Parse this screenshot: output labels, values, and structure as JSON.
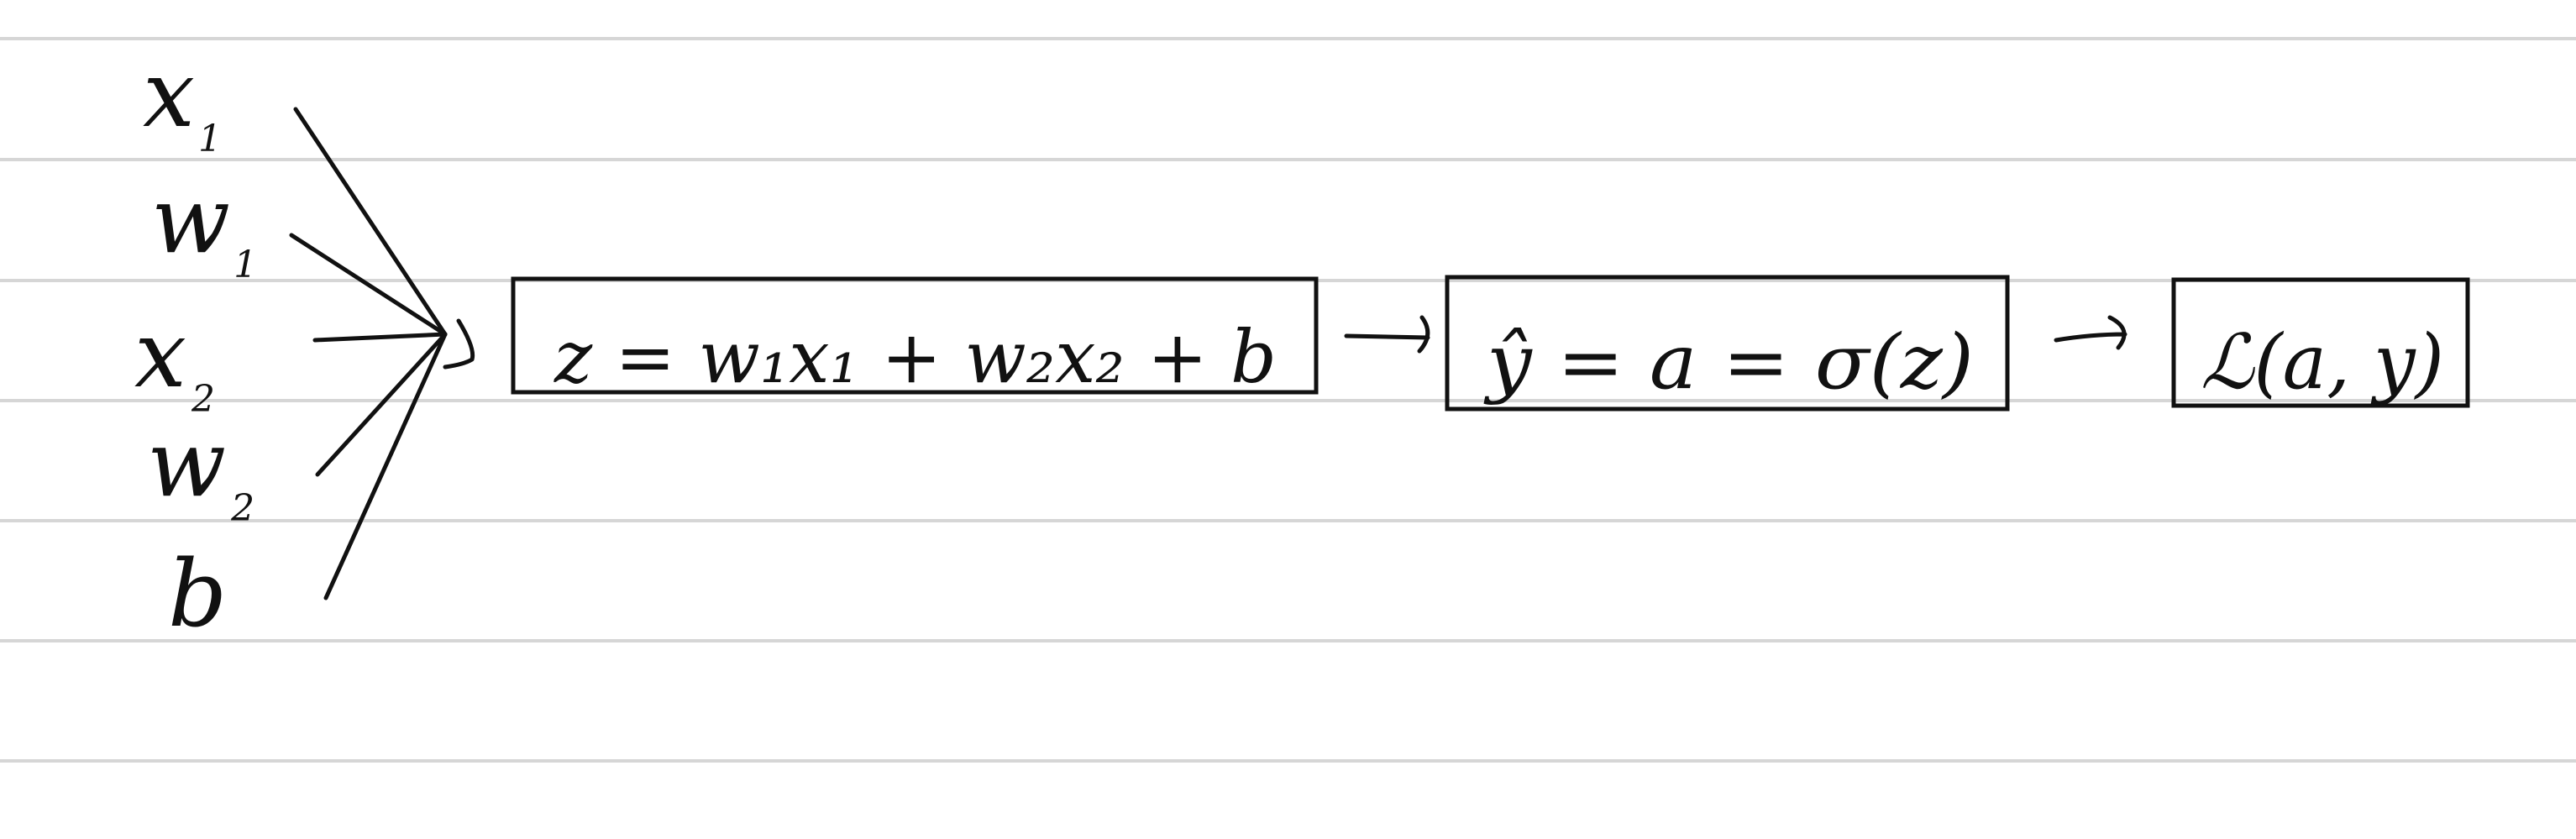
{
  "inputs": {
    "x1": {
      "base": "x",
      "sub": "1"
    },
    "w1": {
      "base": "w",
      "sub": "1"
    },
    "x2": {
      "base": "x",
      "sub": "2"
    },
    "w2": {
      "base": "w",
      "sub": "2"
    },
    "b": {
      "base": "b"
    }
  },
  "boxes": {
    "linear": "z = w₁x₁ + w₂x₂ + b",
    "activation": "ŷ = a = σ(z)",
    "loss": "ℒ(a, y)"
  },
  "colors": {
    "ink": "#111111",
    "ruled_lines": "#d6d6d6",
    "paper": "#ffffff"
  }
}
